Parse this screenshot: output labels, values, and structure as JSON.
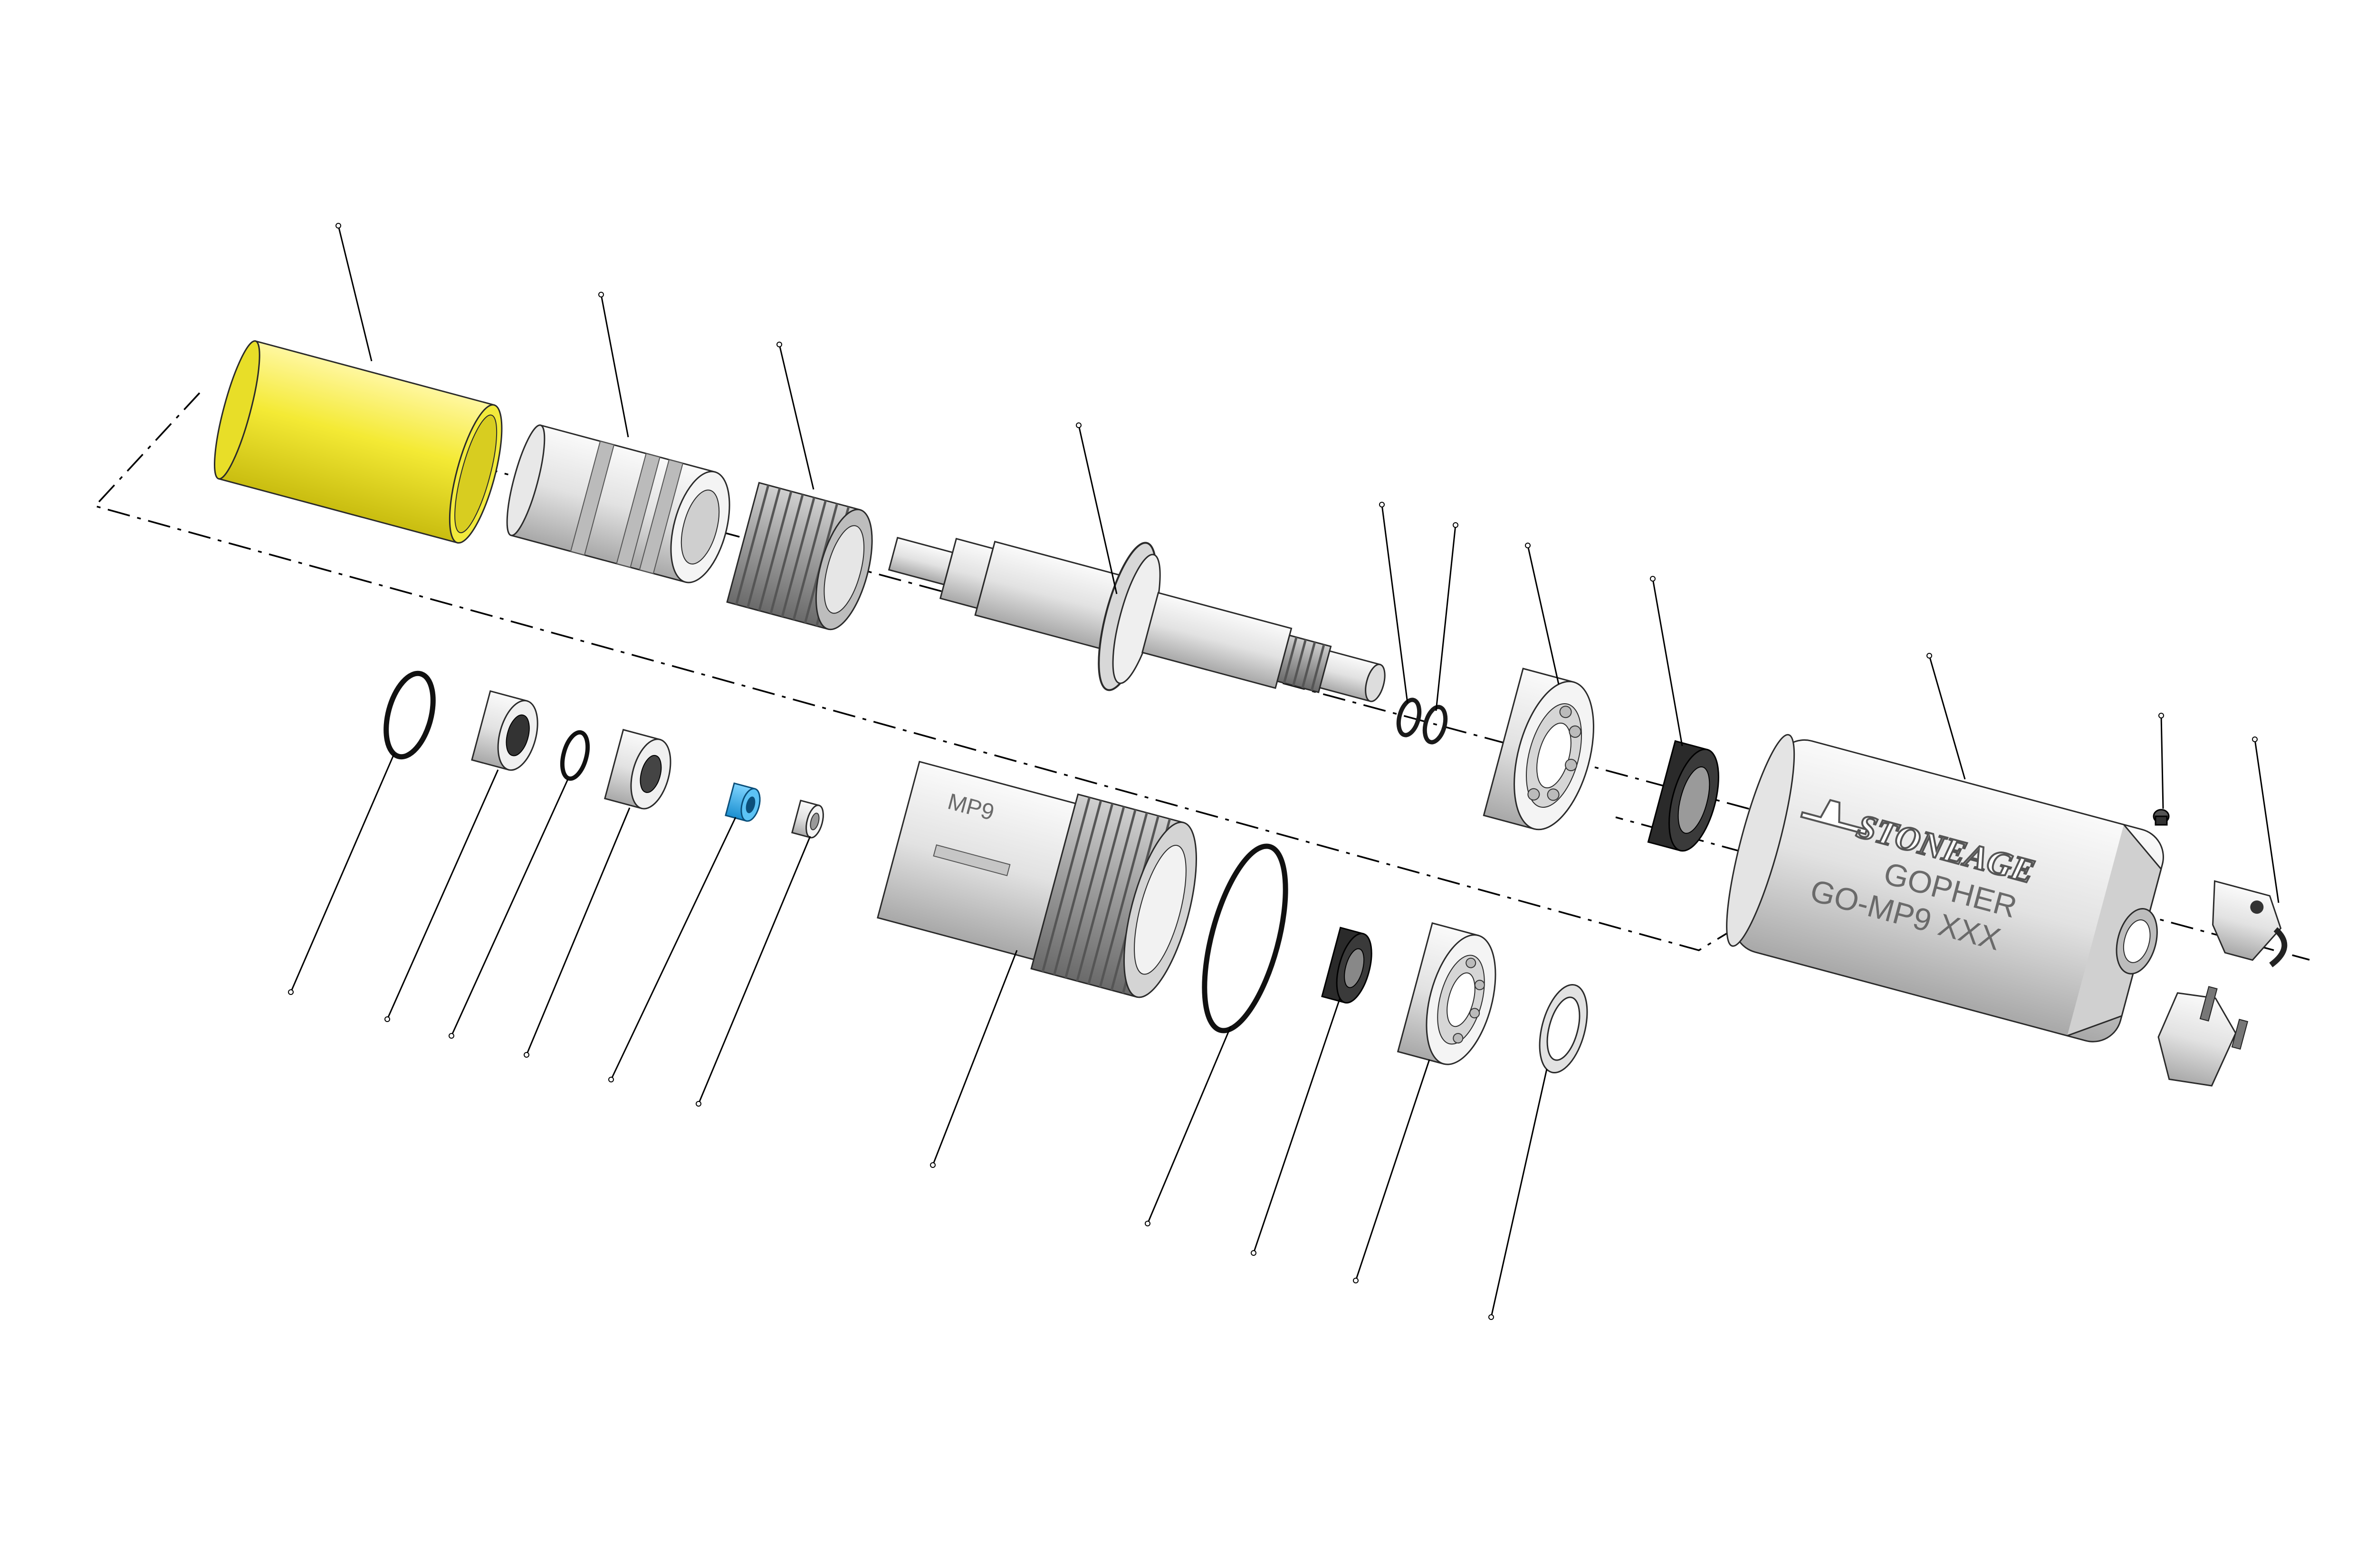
{
  "figure": {
    "brand_logo": "STONEAGE",
    "housing_text_line1": "GOPHER",
    "housing_text_line2": "GO-MP9 XXX",
    "stem_text": "MP9"
  },
  "colors": {
    "highlight_cover": "#f2ea3c",
    "highlight_seal": "#22a7e8",
    "metal_light": "#f2f2f2",
    "metal_mid": "#c8c8c8",
    "metal_dark": "#8a8a8a",
    "rubber": "#2a2a2a"
  }
}
